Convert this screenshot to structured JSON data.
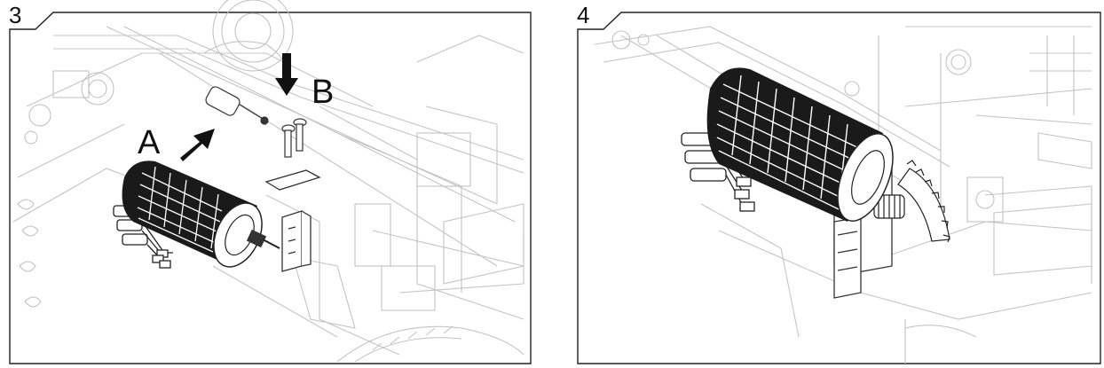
{
  "steps": [
    {
      "number": "3",
      "callouts": [
        "A",
        "B"
      ]
    },
    {
      "number": "4"
    }
  ],
  "colors": {
    "frame": "#222222",
    "line_art": "#bfbfbf",
    "arrow": "#111111",
    "motor": "#1a1a1a"
  }
}
